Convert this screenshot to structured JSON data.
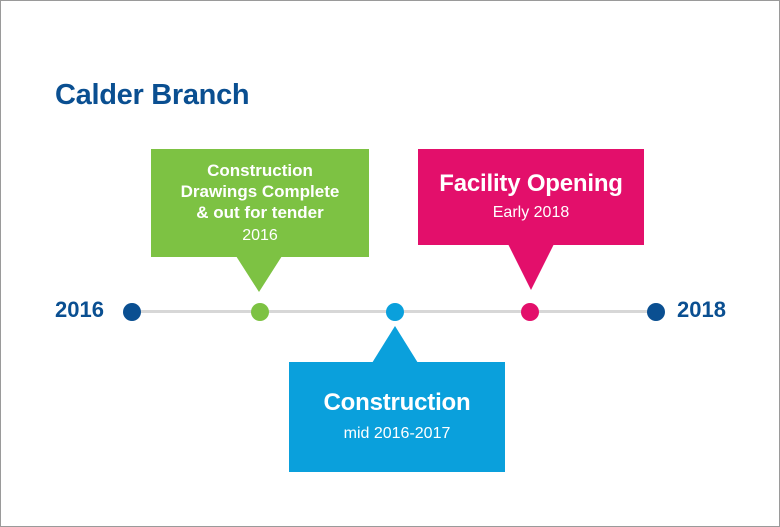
{
  "title": "Calder Branch",
  "timeline": {
    "start_label": "2016",
    "end_label": "2018"
  },
  "milestones": [
    {
      "title_lines": [
        "Construction",
        "Drawings Complete",
        "& out for tender"
      ],
      "date": "2016",
      "color": "#7dc243"
    },
    {
      "title_lines": [
        "Construction"
      ],
      "date": "mid 2016-2017",
      "color": "#0aa0dc"
    },
    {
      "title_lines": [
        "Facility Opening"
      ],
      "date": "Early 2018",
      "color": "#e30f6b"
    }
  ],
  "colors": {
    "title": "#0a4f91",
    "endpoint": "#0a4f91",
    "track": "#d7d7d7"
  }
}
